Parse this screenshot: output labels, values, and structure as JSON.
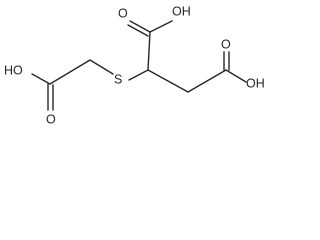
{
  "molecule": {
    "atom_labels": {
      "oh_top": "OH",
      "o_top": "O",
      "oh_right": "OH",
      "o_right": "O",
      "s_center": "S",
      "ho_left": "HO",
      "o_left": "O"
    }
  }
}
